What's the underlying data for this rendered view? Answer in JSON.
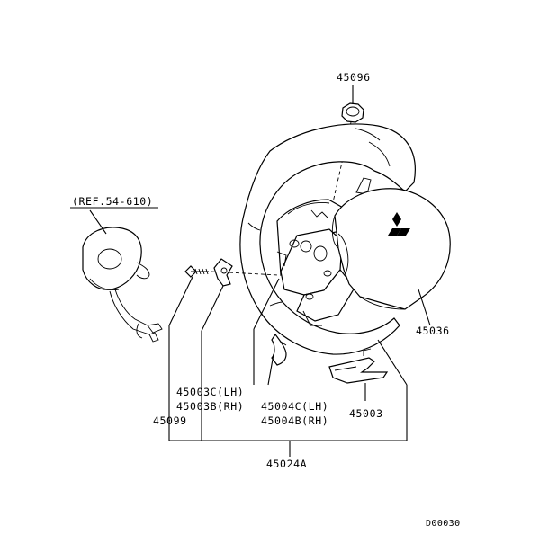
{
  "diagram": {
    "labels": {
      "p45096": "45096",
      "ref": "(REF.54-610)",
      "p45036": "45036",
      "p45003c": "45003C(LH)",
      "p45003b": "45003B(RH)",
      "p45099": "45099",
      "p45004c": "45004C(LH)",
      "p45004b": "45004B(RH)",
      "p45003": "45003",
      "p45024a": "45024A",
      "drawing_code": "D00030"
    }
  }
}
